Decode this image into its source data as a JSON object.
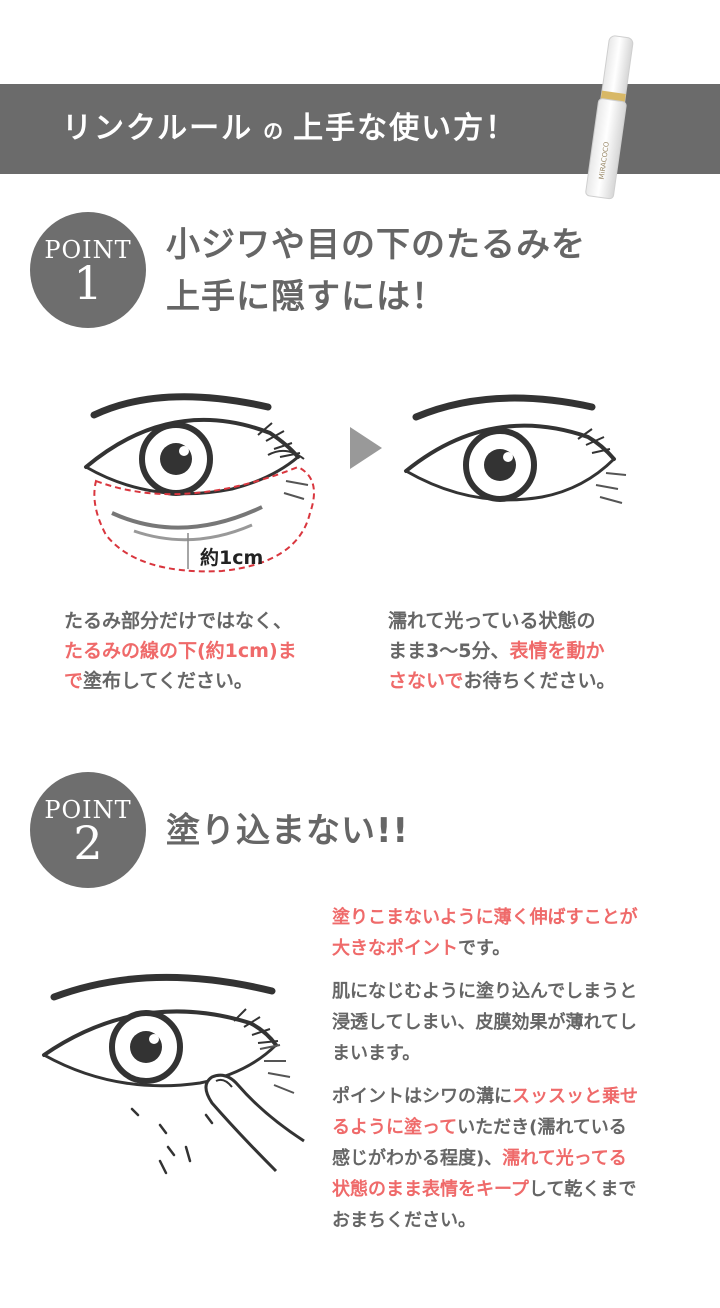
{
  "banner": {
    "title_main": "リンクルール",
    "title_connector": "の",
    "title_rest": "上手な使い方！",
    "product_text": "MiRACOCO"
  },
  "point1": {
    "badge_label": "POINT",
    "badge_number": "1",
    "heading_line1": "小ジワや目の下のたるみを",
    "heading_line2": "上手に隠すには！",
    "measure_label": "約1cm",
    "left_text": {
      "l1": "たるみ部分だけではなく、",
      "l2_hl": "たるみの線の下(約1cm)ま",
      "l3_hl": "で",
      "l3_rest": "塗布してください。"
    },
    "right_text": {
      "l1": "濡れて光っている状態の",
      "l2_plain": "まま3〜5分、",
      "l2_hl": "表情を動か",
      "l3_hl": "さないで",
      "l3_rest": "お待ちください。"
    }
  },
  "point2": {
    "badge_label": "POINT",
    "badge_number": "2",
    "heading": "塗り込まない!!",
    "p1": {
      "l1_hl": "塗りこまないように薄く伸ばすことが",
      "l2_hl": "大きなポイント",
      "l2_rest": "です。"
    },
    "p2": {
      "l1": "肌になじむように塗り込んでしまうと",
      "l2": "浸透してしまい、皮膜効果が薄れてし",
      "l3": "まいます。"
    },
    "p3": {
      "l1_plain": "ポイントはシワの溝に",
      "l1_hl": "スッスッと乗せ",
      "l2_hl": "るように塗って",
      "l2_rest": "いただき(濡れている",
      "l3": "感じがわかる程度)、",
      "l3_hl": "濡れて光ってる",
      "l4_hl": "状態のまま表情をキープ",
      "l4_rest": "して乾くまで",
      "l5": "おまちください。"
    }
  },
  "colors": {
    "banner": "#6b6b6b",
    "badge": "#6e6e6e",
    "highlight": "#ef6a6a",
    "text": "#666666",
    "dashed": "#d9363e"
  }
}
